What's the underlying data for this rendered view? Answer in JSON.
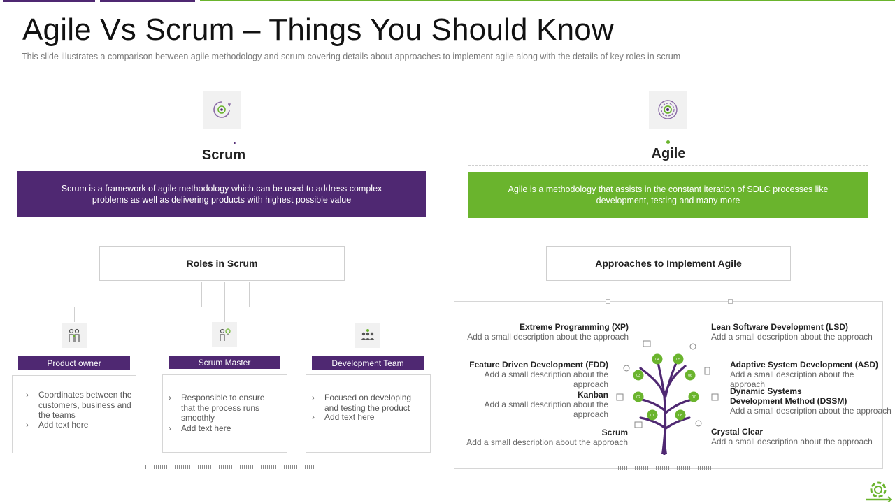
{
  "header": {
    "title": "Agile Vs Scrum – Things You Should Know",
    "subtitle": "This slide illustrates a comparison between agile methodology and scrum covering details about approaches to implement agile along with the details of key roles in scrum"
  },
  "colors": {
    "purple": "#4f2872",
    "green": "#6ab42d",
    "gray": "#f1f1f1"
  },
  "scrum": {
    "title": "Scrum",
    "icon": "gear-cycle-icon",
    "description": "Scrum is a framework of agile methodology which can be used to address complex problems as well as delivering products with highest possible value",
    "roles_title": "Roles in Scrum",
    "roles": [
      {
        "label": "Product owner",
        "icon": "people-icon",
        "bullets": [
          "Coordinates between the customers, business and the teams",
          "Add text here"
        ]
      },
      {
        "label": "Scrum Master",
        "icon": "person-idea-icon",
        "bullets": [
          "Responsible to ensure that the process runs smoothly",
          "Add text here"
        ]
      },
      {
        "label": "Development Team",
        "icon": "team-icon",
        "bullets": [
          "Focused on developing and testing the product",
          "Add text here"
        ]
      }
    ]
  },
  "agile": {
    "title": "Agile",
    "icon": "target-gear-icon",
    "description": "Agile is a methodology that assists in the constant iteration of SDLC processes like development, testing and many more",
    "approaches_title": "Approaches to Implement Agile",
    "approaches_left": [
      {
        "title": "Extreme Programming (XP)",
        "desc": "Add a small description about the approach"
      },
      {
        "title": "Feature Driven Development (FDD)",
        "desc": "Add a small description about the approach"
      },
      {
        "title": "Kanban",
        "desc": "Add a small description about the approach"
      },
      {
        "title": "Scrum",
        "desc": "Add a small description about the approach"
      }
    ],
    "approaches_right": [
      {
        "title": "Lean Software Development (LSD)",
        "desc": "Add a small description about the approach"
      },
      {
        "title": "Adaptive System Development (ASD)",
        "desc": "Add a small description about the approach"
      },
      {
        "title": "Dynamic Systems Development Method (DSSM)",
        "desc": "Add a small description about the approach"
      },
      {
        "title": "Crystal Clear",
        "desc": "Add a small description about the approach"
      }
    ],
    "tree_nodes": [
      "01",
      "02",
      "03",
      "04",
      "05",
      "06",
      "07",
      "08"
    ]
  }
}
